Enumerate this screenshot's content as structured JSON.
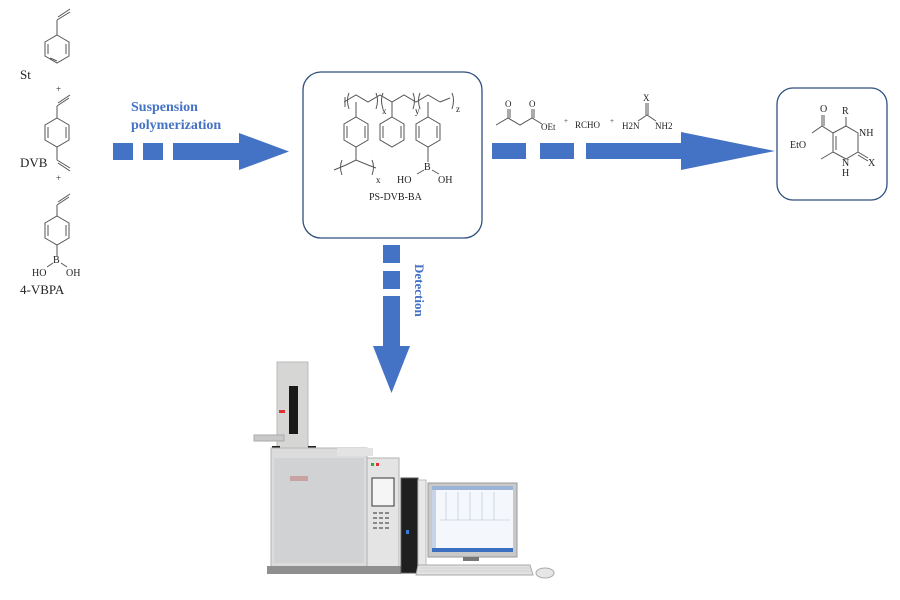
{
  "reactants": {
    "styrene": {
      "label": "St"
    },
    "divinylbenzene": {
      "label": "DVB"
    },
    "vinylphenylboronic_acid": {
      "label": "4-VBPA",
      "ho": "HO",
      "b": "B",
      "oh": "OH"
    },
    "plus": "+"
  },
  "arrows": {
    "suspension": {
      "line1": "Suspension",
      "line2": "polymerization"
    },
    "detection": {
      "label": "Detection"
    },
    "color": "#4472C4"
  },
  "polymer": {
    "name": "PS-DVB-BA",
    "sub_x": "x",
    "sub_x2": "x",
    "sub_y": "y",
    "sub_z": "z",
    "ho": "HO",
    "b": "B",
    "oh": "OH"
  },
  "reaction": {
    "ester_o1": "O",
    "ester_o2": "O",
    "ester_oet": "OEt",
    "plus1": "+",
    "aldehyde": "RCHO",
    "plus2": "+",
    "urea_x": "X",
    "urea_h2n": "H2N",
    "urea_nh2": "NH2"
  },
  "product": {
    "eto": "EtO",
    "o": "O",
    "r": "R",
    "nh_top": "NH",
    "n_bottom": "N",
    "h_bottom": "H",
    "x": "X"
  },
  "instrument": {
    "name": "gas-chromatograph-with-autosampler-and-computer"
  }
}
